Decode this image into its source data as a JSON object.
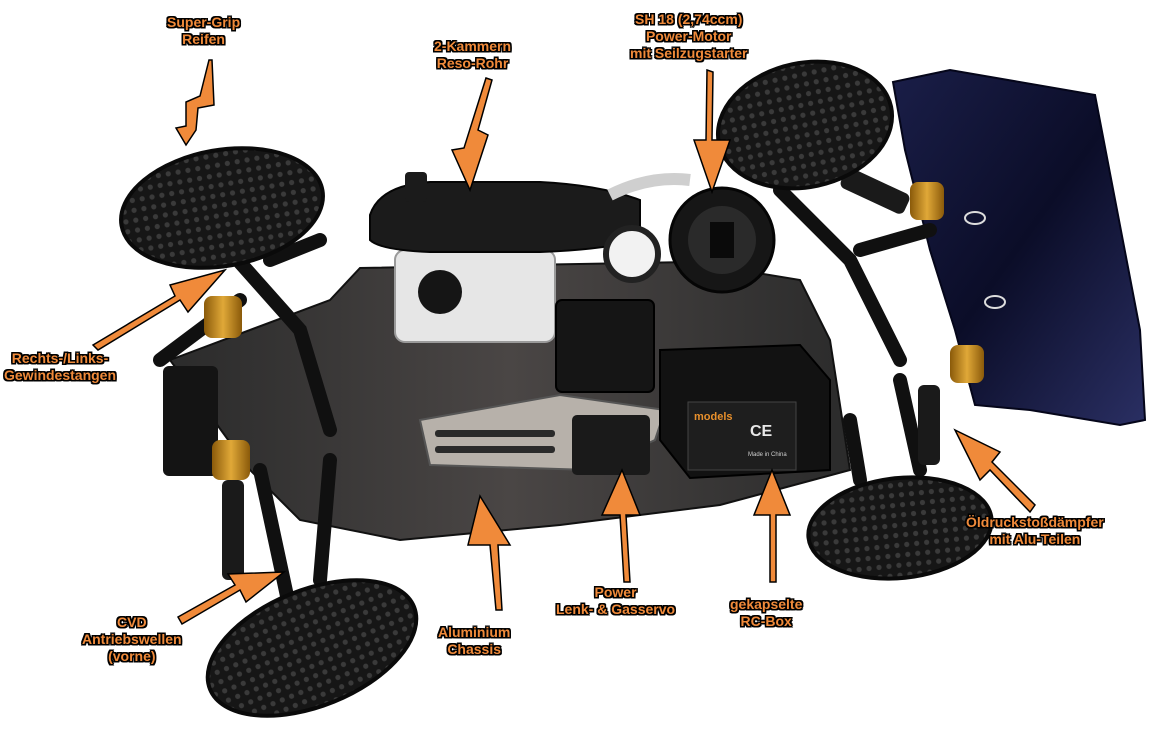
{
  "labels": {
    "super_grip": [
      "Super-Grip",
      "Reifen"
    ],
    "kammern": [
      "2-Kammern",
      "Reso-Rohr"
    ],
    "motor": [
      "SH 18 (2,74ccm)",
      "Power-Motor",
      "mit Seilzugstarter"
    ],
    "gewinde": [
      "Rechts-/Links-",
      "Gewindestangen"
    ],
    "oeldruck": [
      "Öldruckstoßdämpfer",
      "mit Alu-Teilen"
    ],
    "cvd": [
      "CVD",
      "Antriebswellen",
      "(vorne)"
    ],
    "chassis": [
      "Aluminium",
      "Chassis"
    ],
    "servo": [
      "Power",
      "Lenk- & Gasservo"
    ],
    "rcbox": [
      "gekapselte",
      "RC-Box"
    ]
  },
  "sticker": {
    "brand": "models",
    "ce_mark": "CE",
    "made_in": "Made in China"
  },
  "colors": {
    "label_orange": "#f08a3a",
    "label_outline": "#000000",
    "tire": "#1c1c1c",
    "chassis_plate": "#3a3a3a",
    "wing": "#0d1030",
    "gold": "#c8901e"
  }
}
